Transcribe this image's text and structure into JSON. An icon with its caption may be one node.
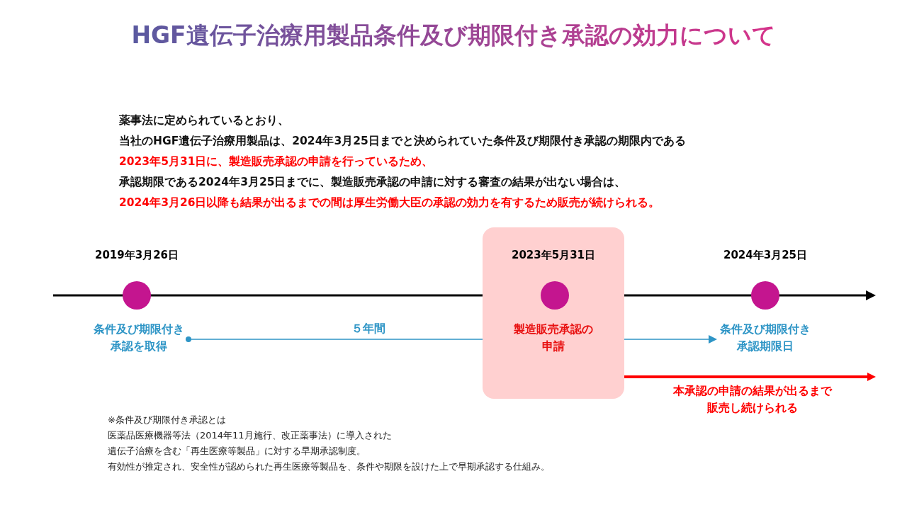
{
  "diagram": {
    "title": "HGF遺伝子治療用製品条件及び期限付き承認の効力について",
    "nodes": [
      {
        "text": [],
        "shape": "circle",
        "beside": [
          "2019年3月26日"
        ]
      },
      {
        "text": [
          "条件及び期限付き承認を取得"
        ]
      },
      {
        "text": [
          "2023年5月31日",
          "製造販売承認の申請"
        ]
      },
      {
        "text": [],
        "shape": "circle",
        "in": 2
      },
      {
        "text": [],
        "shape": "circle",
        "beside": [
          "2024年3月25日"
        ]
      },
      {
        "text": [
          "条件及び期限付き承認期限日"
        ]
      }
    ],
    "edges": [
      {
        "from": 1,
        "to": 5,
        "arrow": "to",
        "label": "５年間",
        "color": "#2e95c6"
      },
      {
        "from": 2,
        "to": null,
        "arrow": "to",
        "label": "本承認の申請の結果が出るまで販売し続けられる",
        "style": "thick",
        "color": "#ff0000"
      }
    ],
    "labels": [
      "薬事法に定められているとおり、",
      "当社のHGF遺伝子治療用製品は、2024年3月25日までと決められていた条件及び期限付き承認の期限内である",
      "2023年5月31日に、製造販売承認の申請を行っているため、",
      "承認期限である2024年3月25日までに、製造販売承認の申請に対する審査の結果が出ない場合は、",
      "2024年3月26日以降も結果が出るまでの間は厚生労働大臣の承認の効力を有するため販売が続けられる。",
      "※条件及び期限付き承認とは",
      "医薬品医療機器等法（2014年11月施行、改正薬事法）に導入された",
      "遺伝子治療を含む「再生医療等製品」に対する早期承認制度。",
      "有効性が推定され、安全性が認められた再生医療等製品を、条件や期限を設けた上で早期承認する仕組み。"
    ]
  }
}
